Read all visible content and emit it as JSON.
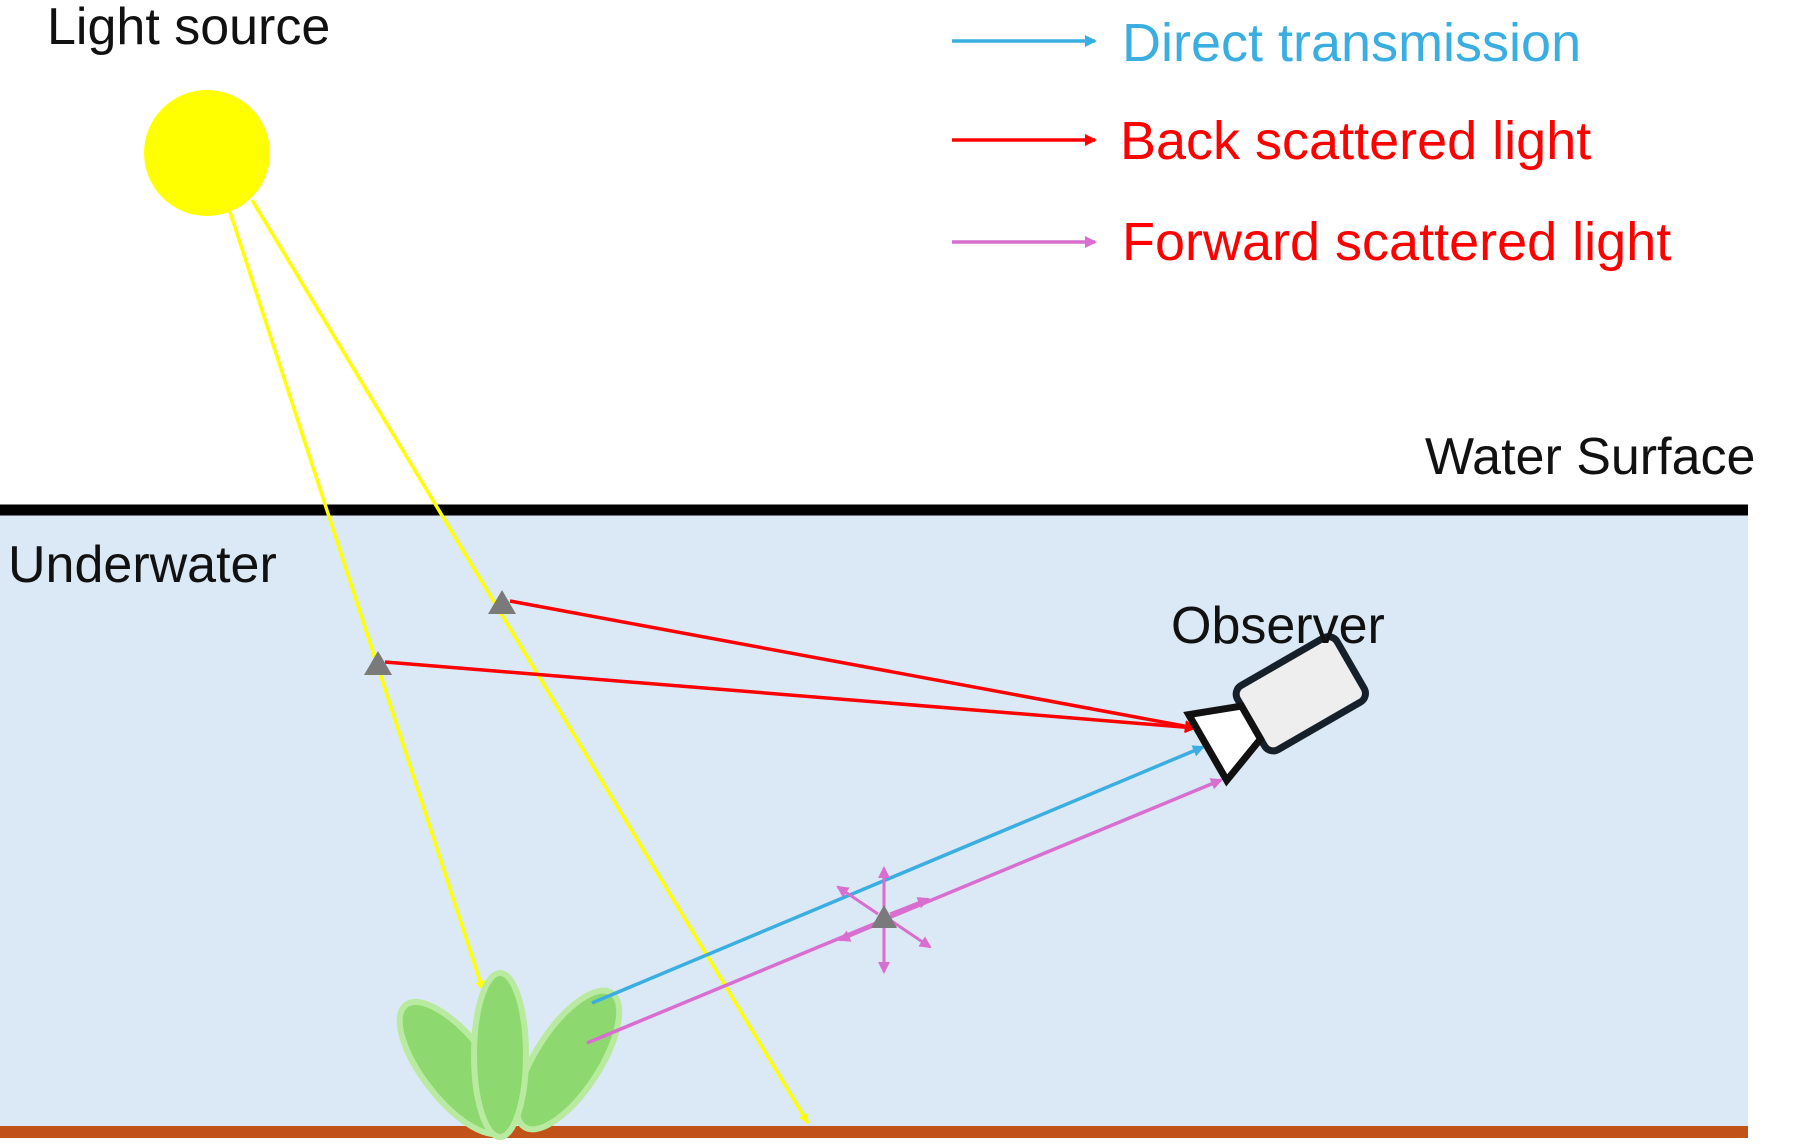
{
  "labels": {
    "light_source": "Light source",
    "water_surface": "Water Surface",
    "underwater": "Underwater",
    "observer": "Observer"
  },
  "legend": [
    {
      "id": "direct",
      "text": "Direct transmission",
      "color": "#3aaee0"
    },
    {
      "id": "back",
      "text": "Back scattered light",
      "color": "#ff0000"
    },
    {
      "id": "forward",
      "text": "Forward scattered light",
      "color": "#d86ed0"
    }
  ],
  "colors": {
    "sun": "#ffff00",
    "light_ray": "#ffff00",
    "water": "#dbe8f5",
    "surface_line": "#000000",
    "seabed": "#c0521a",
    "plant_fill": "#8ed870",
    "plant_edge": "#b8eaa0",
    "particle": "#7a7a7a",
    "camera_body": "#eeeeee",
    "camera_edge": "#111111"
  },
  "icons": {
    "sun": "sun-icon",
    "plant": "plant-icon",
    "camera": "camera-icon",
    "particle": "scattering-particle-icon"
  }
}
